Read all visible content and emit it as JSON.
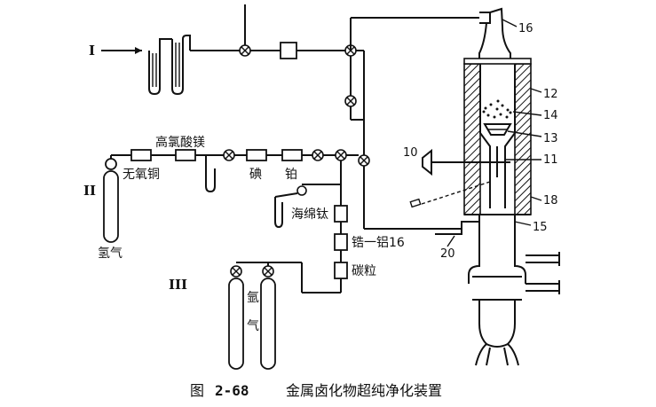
{
  "inlets": {
    "i": "I",
    "ii": "II",
    "iii": "III"
  },
  "labels": {
    "high_chlorate": "高氯酸镁",
    "oxygen_free_copper": "无氧铜",
    "iodine": "碘",
    "platinum": "铂",
    "sponge_titanium": "海绵钛",
    "zr_al": "锆一铝16",
    "carbon_grains": "碳粒",
    "hydrogen_left": "氢气",
    "hydrogen_bottom_1": "氩",
    "hydrogen_bottom_2": "气"
  },
  "parts": {
    "p16": "16",
    "p12": "12",
    "p14": "14",
    "p13": "13",
    "p10": "10",
    "p11": "11",
    "p18": "18",
    "p15": "15",
    "p20": "20"
  },
  "caption": {
    "prefix": "图",
    "number": "2-68",
    "title": "金属卤化物超纯净化装置"
  }
}
